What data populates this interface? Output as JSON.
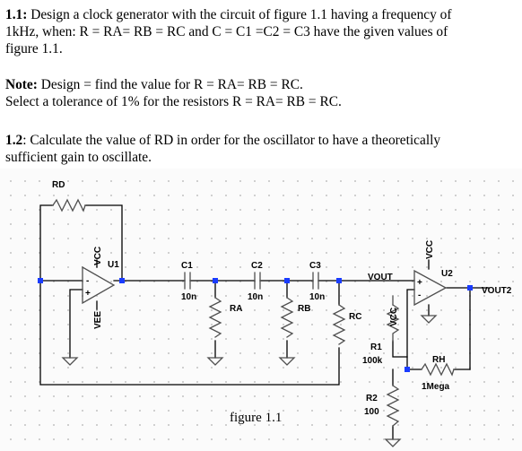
{
  "problem": {
    "q1": {
      "num": "1.1:",
      "line1": " Design a clock generator with the circuit of figure 1.1 having a frequency of",
      "line2": "1kHz, when: R = RA= RB = RC and C = C1 =C2 = C3 have the given values of",
      "line3": "figure 1.1."
    },
    "note": {
      "label": "Note:",
      "line1": " Design = find the value for R = RA= RB = RC.",
      "line2": "Select a tolerance of 1% for the resistors R = RA= RB = RC."
    },
    "q2": {
      "num": "1.2",
      "line1": ": Calculate the value of RD in order for the oscillator to have a theoretically",
      "line2": "sufficient gain to oscillate."
    }
  },
  "schematic": {
    "labels": {
      "rd": "RD",
      "u1": "U1",
      "vcc1": "VCC",
      "vee": "VEE",
      "c1": "C1",
      "c1_val": "10n",
      "c2": "C2",
      "c2_val": "10n",
      "c3": "C3",
      "c3_val": "10n",
      "ra": "RA",
      "rb": "RB",
      "rc": "RC",
      "vout": "VOUT",
      "vcc2": "VCC",
      "vcc3": "VCC",
      "u2": "U2",
      "vout2": "VOUT2",
      "r1": "R1",
      "r1_val": "100k",
      "rh": "RH",
      "rh_val": "1Mega",
      "r2": "R2",
      "r2_val": "100",
      "plus1": "+",
      "minus1": "-",
      "plus2": "+",
      "minus2": "-"
    },
    "caption": "figure 1.1",
    "wire_color": "#000000",
    "component_color": "#4f4f4f",
    "node_color": "#1a3cff",
    "grid_color": "#c8c8c8"
  }
}
